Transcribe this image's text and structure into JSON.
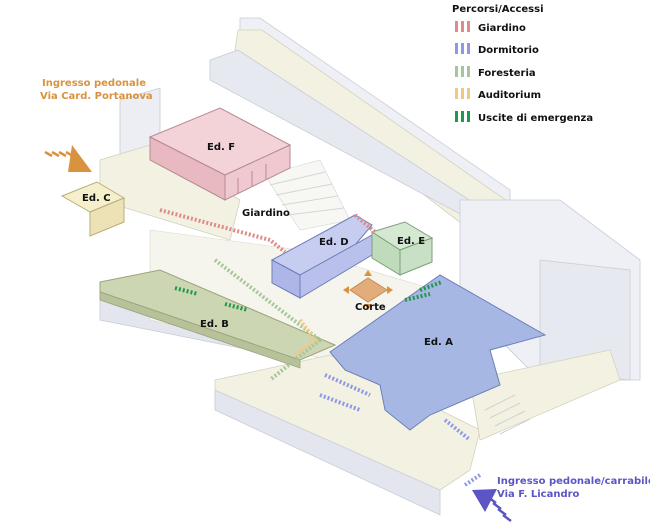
{
  "colors": {
    "giardino": "#e08a8a",
    "dormitorio": "#8f98e6",
    "foresteria": "#a8c49a",
    "auditorium": "#f0c880",
    "emergenza": "#1f9a4a",
    "edA": "#a7b7e4",
    "edB": "#cdd6b2",
    "edF": "#f3d3d8",
    "edD": "#c7cdf0",
    "edE": "#d4e8d2",
    "edC": "#f6efcb",
    "corte": "#e2ad7a",
    "floor": "#f3f2e2",
    "wall": "#e3e6ee",
    "entrance_orange": "#d9923e",
    "entrance_blue": "#5b55c6"
  },
  "legend": {
    "title": "Percorsi/Accessi",
    "items": [
      {
        "label": "Giardino",
        "color": "#e08a8a"
      },
      {
        "label": "Dormitorio",
        "color": "#8f98e6"
      },
      {
        "label": "Foresteria",
        "color": "#a8c49a"
      },
      {
        "label": "Auditorium",
        "color": "#f0c880"
      },
      {
        "label": "Uscite di emergenza",
        "color": "#1f9a4a"
      }
    ]
  },
  "entrances": {
    "north_west": {
      "line1": "Ingresso pedonale",
      "line2": "Via Card. Portanova"
    },
    "south_east": {
      "line1": "Ingresso pedonale/carrabile",
      "line2": "Via F. Licandro"
    }
  },
  "labels": {
    "ed_a": "Ed. A",
    "ed_b": "Ed. B",
    "ed_c": "Ed. C",
    "ed_d": "Ed. D",
    "ed_e": "Ed. E",
    "ed_f": "Ed. F",
    "giardino": "Giardino",
    "corte": "Corte"
  }
}
